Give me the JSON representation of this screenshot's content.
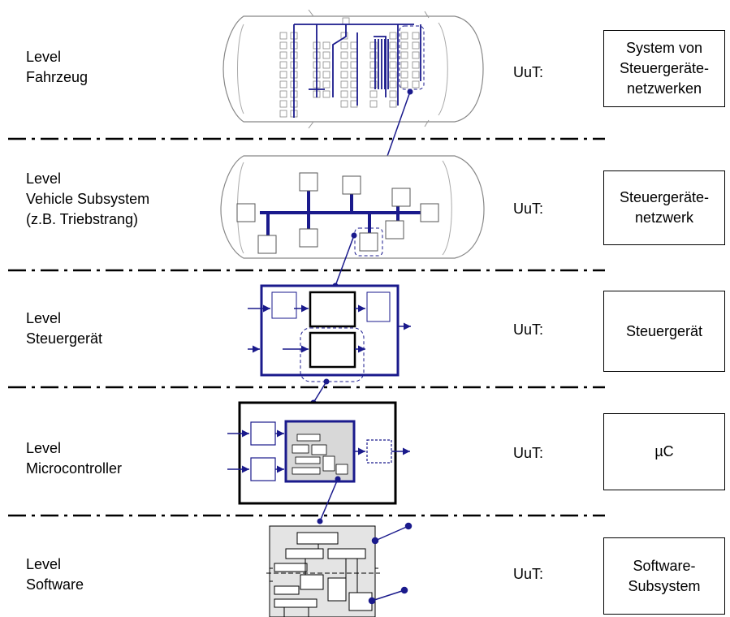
{
  "rows": [
    {
      "id": "fahrzeug",
      "level_label": "Level",
      "level_name": "Fahrzeug",
      "level_extra": "",
      "uut_label": "UuT:",
      "box_lines": [
        "System von",
        "Steuergeräte-",
        "netzwerken"
      ]
    },
    {
      "id": "subsystem",
      "level_label": "Level",
      "level_name": "Vehicle Subsystem",
      "level_extra": "(z.B. Triebstrang)",
      "uut_label": "UuT:",
      "box_lines": [
        "Steuergeräte-",
        "netzwerk"
      ]
    },
    {
      "id": "steuergeraet",
      "level_label": "Level",
      "level_name": "Steuergerät",
      "level_extra": "",
      "uut_label": "UuT:",
      "box_lines": [
        "Steuergerät"
      ]
    },
    {
      "id": "microcontroller",
      "level_label": "Level",
      "level_name": "Microcontroller",
      "level_extra": "",
      "uut_label": "UuT:",
      "box_lines": [
        "µC"
      ]
    },
    {
      "id": "software",
      "level_label": "Level",
      "level_name": "Software",
      "level_extra": "",
      "uut_label": "UuT:",
      "box_lines": [
        "Software-",
        "Subsystem"
      ]
    }
  ],
  "colors": {
    "accent": "#1a1a8c",
    "line": "#000000",
    "chip_fill": "#d8d8d8"
  }
}
